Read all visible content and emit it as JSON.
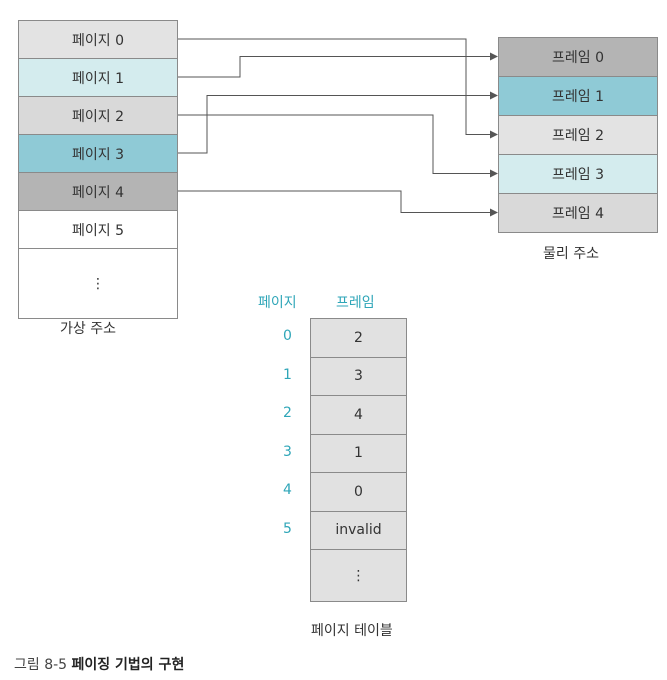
{
  "virtual_memory": {
    "pages": [
      {
        "label": "페이지 0",
        "fill": "#e3e3e3"
      },
      {
        "label": "페이지 1",
        "fill": "#d4ecee"
      },
      {
        "label": "페이지 2",
        "fill": "#d9d9d9"
      },
      {
        "label": "페이지 3",
        "fill": "#8fcad6"
      },
      {
        "label": "페이지 4",
        "fill": "#b4b4b4"
      },
      {
        "label": "페이지 5",
        "fill": "#ffffff"
      },
      {
        "label": "⋮",
        "fill": "#ffffff"
      }
    ],
    "caption": "가상 주소"
  },
  "physical_memory": {
    "frames": [
      {
        "label": "프레임 0",
        "fill": "#b4b4b4"
      },
      {
        "label": "프레임 1",
        "fill": "#8fcad6"
      },
      {
        "label": "프레임 2",
        "fill": "#e3e3e3"
      },
      {
        "label": "프레임 3",
        "fill": "#d4ecee"
      },
      {
        "label": "프레임 4",
        "fill": "#d9d9d9"
      }
    ],
    "caption": "물리 주소"
  },
  "page_table": {
    "header_page": "페이지",
    "header_frame": "프레임",
    "rows": [
      {
        "page": "0",
        "frame": "2"
      },
      {
        "page": "1",
        "frame": "3"
      },
      {
        "page": "2",
        "frame": "4"
      },
      {
        "page": "3",
        "frame": "1"
      },
      {
        "page": "4",
        "frame": "0"
      },
      {
        "page": "5",
        "frame": "invalid"
      }
    ],
    "ellipsis": "⋮",
    "caption": "페이지 테이블"
  },
  "mappings": [
    {
      "page": 0,
      "frame": 2
    },
    {
      "page": 1,
      "frame": 0
    },
    {
      "page": 2,
      "frame": 3
    },
    {
      "page": 3,
      "frame": 1
    },
    {
      "page": 4,
      "frame": 4
    }
  ],
  "figure": {
    "number": "그림 8-5",
    "title": "페이징 기법의 구현"
  }
}
